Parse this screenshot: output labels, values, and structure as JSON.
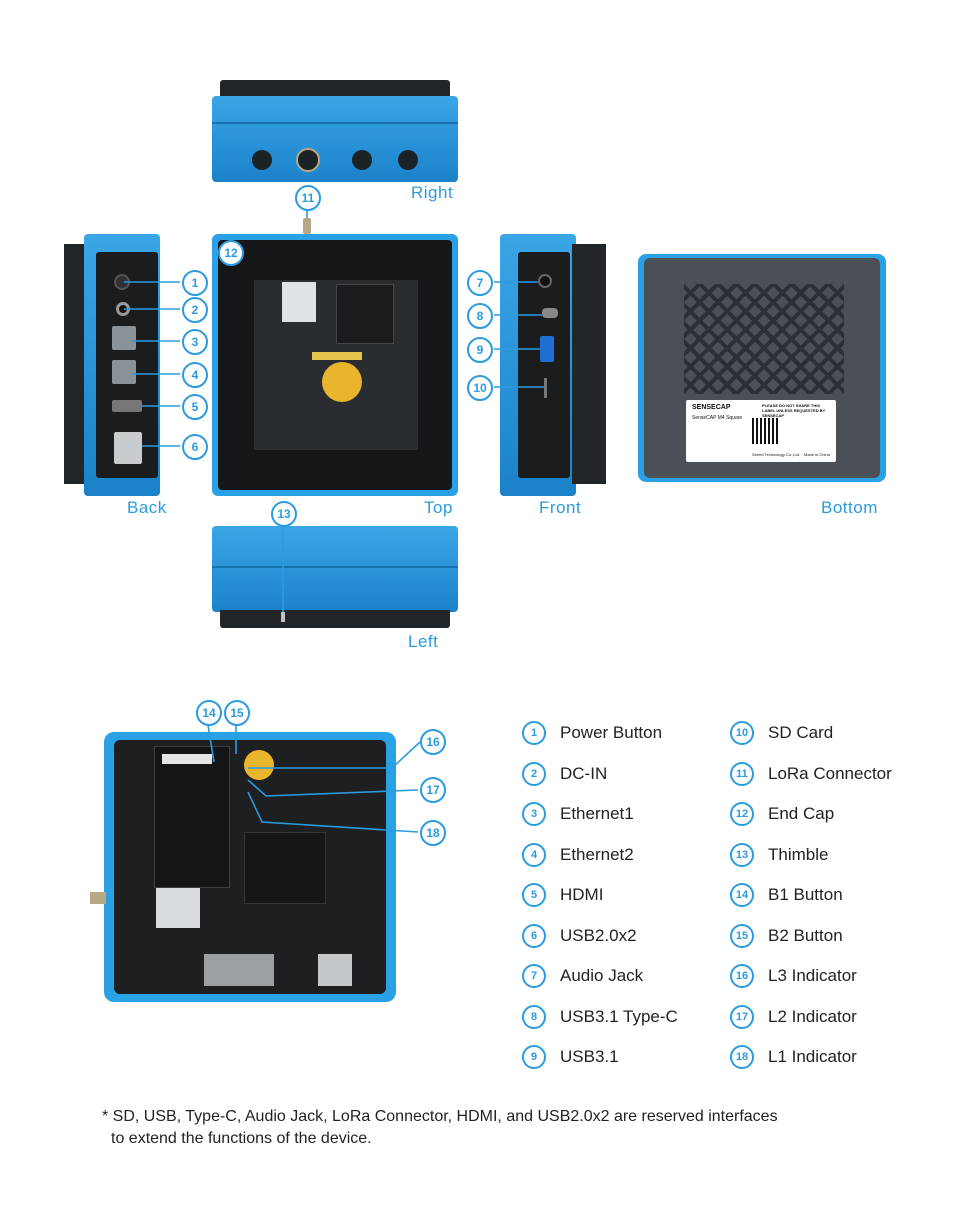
{
  "colors": {
    "accent": "#2b9be0",
    "device_blue": "#2aa0e5",
    "device_dark": "#232729",
    "pcb": "#1d1f21"
  },
  "views": {
    "right": "Right",
    "back": "Back",
    "top": "Top",
    "front": "Front",
    "bottom": "Bottom",
    "left": "Left"
  },
  "callouts": [
    "1",
    "2",
    "3",
    "4",
    "5",
    "6",
    "7",
    "8",
    "9",
    "10",
    "11",
    "12",
    "13",
    "14",
    "15",
    "16",
    "17",
    "18"
  ],
  "legend": [
    {
      "num": "1",
      "label": "Power Button"
    },
    {
      "num": "2",
      "label": "DC-IN"
    },
    {
      "num": "3",
      "label": "Ethernet1"
    },
    {
      "num": "4",
      "label": "Ethernet2"
    },
    {
      "num": "5",
      "label": "HDMI"
    },
    {
      "num": "6",
      "label": "USB2.0x2"
    },
    {
      "num": "7",
      "label": "Audio Jack"
    },
    {
      "num": "8",
      "label": "USB3.1 Type-C"
    },
    {
      "num": "9",
      "label": "USB3.1"
    },
    {
      "num": "10",
      "label": "SD Card"
    },
    {
      "num": "11",
      "label": "LoRa Connector"
    },
    {
      "num": "12",
      "label": "End Cap"
    },
    {
      "num": "13",
      "label": "Thimble"
    },
    {
      "num": "14",
      "label": "B1 Button"
    },
    {
      "num": "15",
      "label": "B2 Button"
    },
    {
      "num": "16",
      "label": "L3 Indicator"
    },
    {
      "num": "17",
      "label": "L2 Indicator"
    },
    {
      "num": "18",
      "label": "L1 Indicator"
    }
  ],
  "label_sticker": {
    "brand": "SENSECAP",
    "model": "SenseCAP M4 Square",
    "notice": "PLEASE DO NOT SHARE THIS LABEL UNLESS REQUESTED BY SENSECAP",
    "maker": "Seeed Technology Co.,Ltd.",
    "origin": "Made in China"
  },
  "footnote": {
    "line1": "* SD, USB, Type-C, Audio Jack, LoRa Connector, HDMI, and USB2.0x2 are reserved interfaces",
    "line2": "to extend the functions of the device."
  }
}
